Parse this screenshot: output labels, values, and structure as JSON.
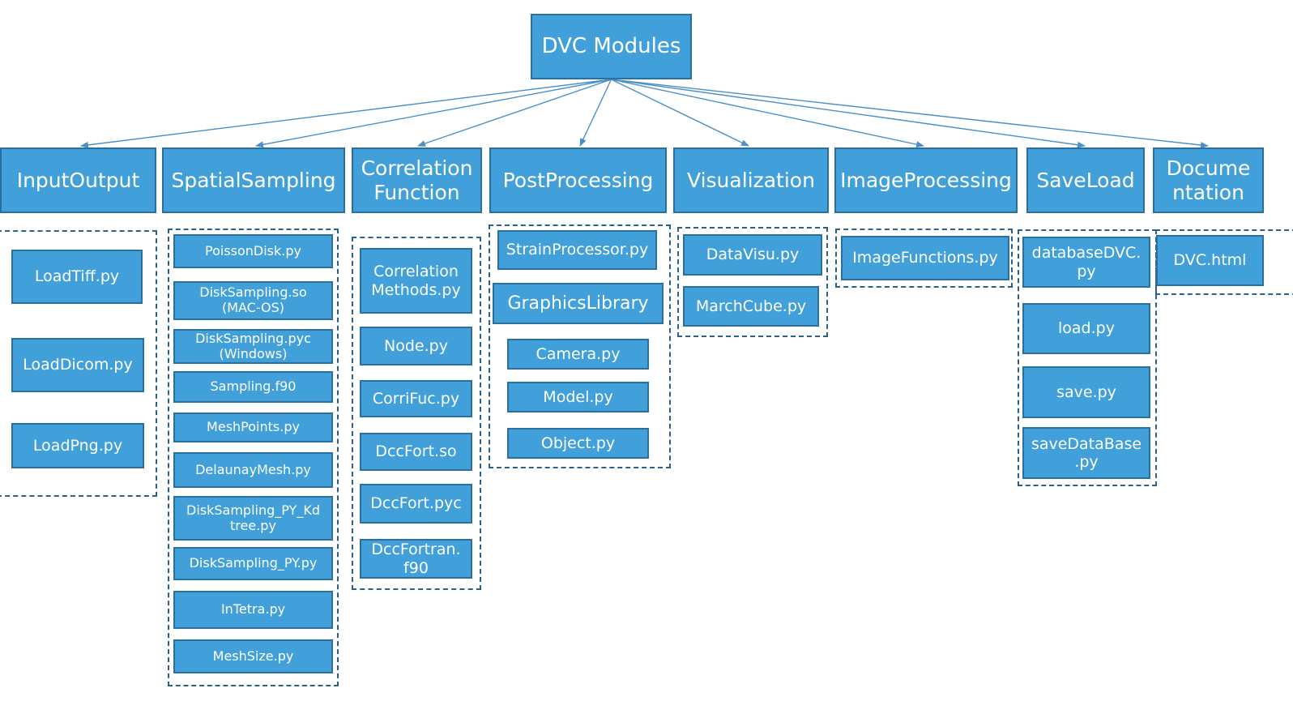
{
  "root": {
    "label": "DVC Modules"
  },
  "modules": [
    {
      "label": "InputOutput",
      "files": [
        "LoadTiff.py",
        "LoadDicom.py",
        "LoadPng.py"
      ]
    },
    {
      "label": "SpatialSampling",
      "files": [
        "PoissonDisk.py",
        "DiskSampling.so\n(MAC-OS)",
        "DiskSampling.pyc\n(Windows)",
        "Sampling.f90",
        "MeshPoints.py",
        "DelaunayMesh.py",
        "DiskSampling_PY_Kd\ntree.py",
        "DiskSampling_PY.py",
        "InTetra.py",
        "MeshSize.py"
      ]
    },
    {
      "label": "Correlation\nFunction",
      "files": [
        "Correlation\nMethods.py",
        "Node.py",
        "CorriFuc.py",
        "DccFort.so",
        "DccFort.pyc",
        "DccFortran.\nf90"
      ]
    },
    {
      "label": "PostProcessing",
      "files": [
        "StrainProcessor.py",
        "GraphicsLibrary",
        "Camera.py",
        "Model.py",
        "Object.py"
      ]
    },
    {
      "label": "Visualization",
      "files": [
        "DataVisu.py",
        "MarchCube.py"
      ]
    },
    {
      "label": "ImageProcessing",
      "files": [
        "ImageFunctions.py"
      ]
    },
    {
      "label": "SaveLoad",
      "files": [
        "databaseDVC.\npy",
        "load.py",
        "save.py",
        "saveDataBase\n.py"
      ]
    },
    {
      "label": "Docume\nntation",
      "files": [
        "DVC.html"
      ]
    }
  ],
  "colors": {
    "box_fill": "#41a0da",
    "box_border": "#2a6f9e",
    "line": "#4a8fc8",
    "dashed_group": "#2b5f8c",
    "text": "#ffffff"
  }
}
